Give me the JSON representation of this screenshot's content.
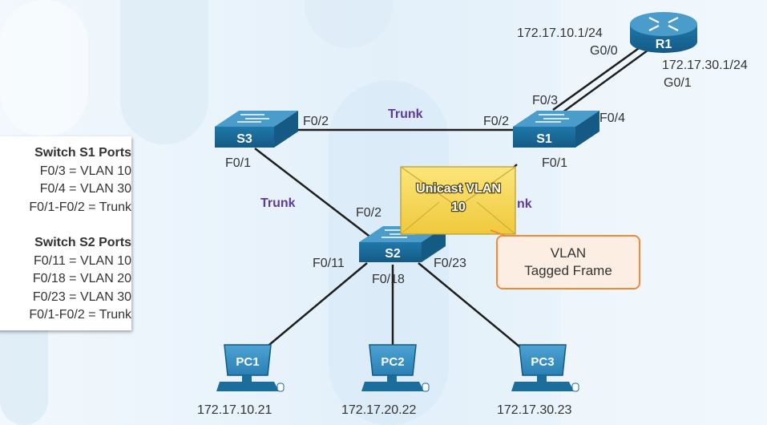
{
  "router": {
    "name": "R1",
    "g0_0_ip": "172.17.10.1/24",
    "g0_0_port": "G0/0",
    "g0_1_ip": "172.17.30.1/24",
    "g0_1_port": "G0/1"
  },
  "switches": {
    "s1": {
      "name": "S1",
      "port_f03": "F0/3",
      "port_f04": "F0/4",
      "port_f02": "F0/2",
      "port_f01": "F0/1"
    },
    "s2": {
      "name": "S2",
      "port_f02": "F0/2",
      "port_f011": "F0/11",
      "port_f018": "F0/18",
      "port_f023": "F0/23"
    },
    "s3": {
      "name": "S3",
      "port_f02": "F0/2",
      "port_f01": "F0/1"
    }
  },
  "links": {
    "trunk_top": "Trunk",
    "trunk_left": "Trunk",
    "trunk_right_partial": "nk"
  },
  "pcs": [
    {
      "name": "PC1",
      "ip": "172.17.10.21"
    },
    {
      "name": "PC2",
      "ip": "172.17.20.22"
    },
    {
      "name": "PC3",
      "ip": "172.17.30.23"
    }
  ],
  "envelope": {
    "line1": "Unicast VLAN",
    "line2": "10"
  },
  "callout": {
    "line1": "VLAN",
    "line2": "Tagged Frame"
  },
  "ports_box": {
    "s1_title": "Switch S1 Ports",
    "s1_lines": [
      "F0/3 = VLAN 10",
      "F0/4 = VLAN 30",
      "F0/1-F0/2 = Trunk"
    ],
    "s2_title": "Switch S2 Ports",
    "s2_lines": [
      "F0/11 = VLAN 10",
      "F0/18 = VLAN 20",
      "F0/23 = VLAN 30",
      "F0/1-F0/2 = Trunk"
    ]
  },
  "colors": {
    "device_blue": "#1b6d9c",
    "device_top": "#4a9ccb",
    "trunk_purple": "#5f3b97",
    "callout_orange": "#f0893a",
    "envelope_yellow": "#f6d94a"
  }
}
